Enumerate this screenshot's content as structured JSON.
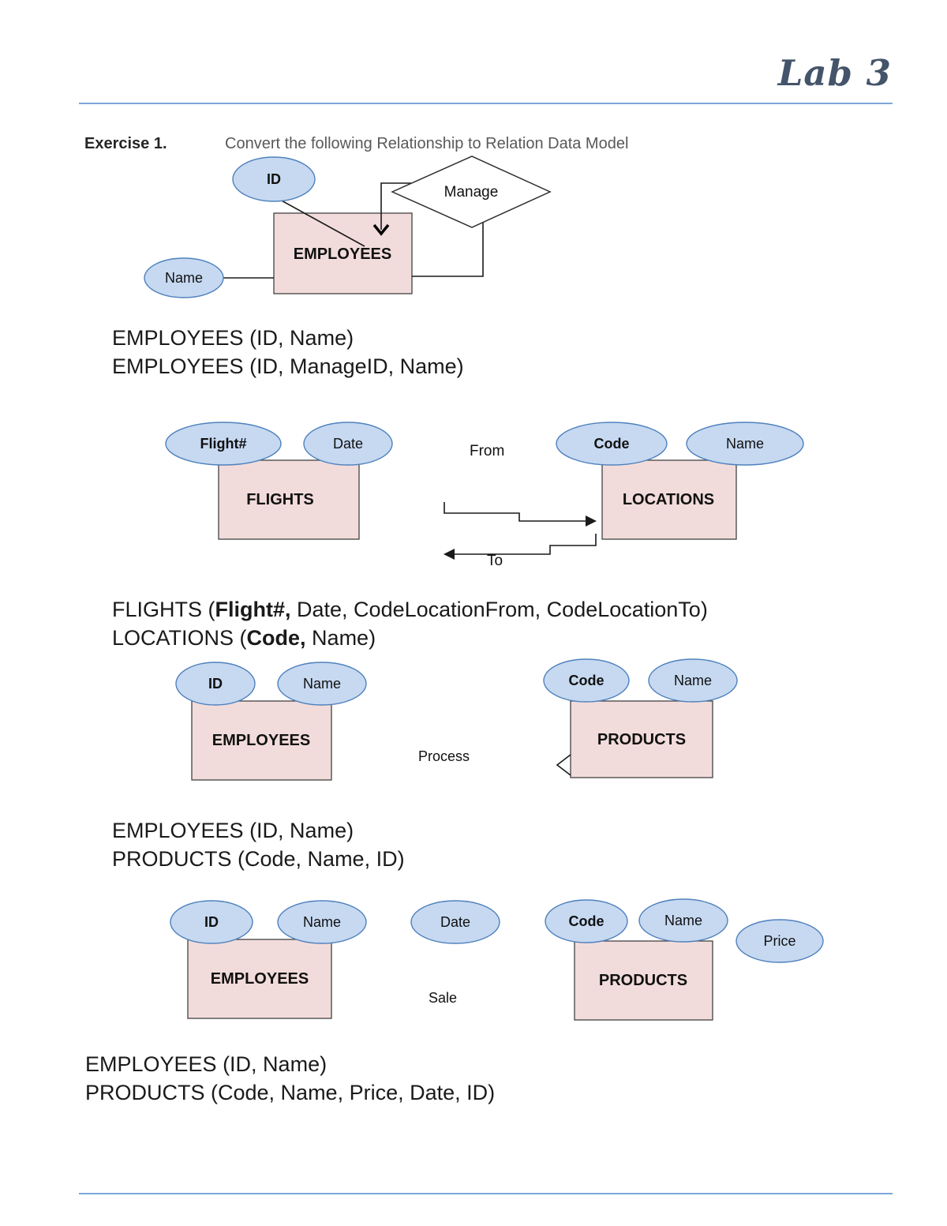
{
  "page": {
    "title": "Lab 3",
    "exercise_label": "Exercise 1.",
    "exercise_instruction": "Convert the following Relationship to Relation Data Model"
  },
  "diagrams": {
    "manage": {
      "entity": "EMPLOYEES",
      "attr_id": "ID",
      "attr_name": "Name",
      "relationship": "Manage"
    },
    "flights": {
      "left_entity": "FLIGHTS",
      "right_entity": "LOCATIONS",
      "attr_flight_no": "Flight#",
      "attr_date": "Date",
      "attr_code": "Code",
      "attr_name": "Name",
      "label_from": "From",
      "label_to": "To"
    },
    "process": {
      "left_entity": "EMPLOYEES",
      "right_entity": "PRODUCTS",
      "attr_id": "ID",
      "attr_name_left": "Name",
      "attr_code": "Code",
      "attr_name_right": "Name",
      "relationship": "Process"
    },
    "sale": {
      "left_entity": "EMPLOYEES",
      "right_entity": "PRODUCTS",
      "attr_id": "ID",
      "attr_name_left": "Name",
      "attr_date": "Date",
      "attr_code": "Code",
      "attr_name_right": "Name",
      "attr_price": "Price",
      "relationship": "Sale"
    }
  },
  "schemas": {
    "s1": [
      "EMPLOYEES (ID, Name)",
      "EMPLOYEES (ID, ManageID, Name)"
    ],
    "s2_line1": [
      "FLIGHTS (",
      "Flight#,",
      " Date, CodeLocationFrom, CodeLocationTo)"
    ],
    "s2_line2": [
      "LOCATIONS (",
      "Code,",
      " Name)"
    ],
    "s3": [
      "EMPLOYEES (ID, Name)",
      "PRODUCTS (Code, Name, ID)"
    ],
    "s4": [
      "EMPLOYEES (ID, Name)",
      "PRODUCTS (Code, Name, Price, Date, ID)"
    ]
  },
  "colors": {
    "title_text": "#44546A",
    "rule_blue": "#7EA6D9",
    "attribute_fill": "#C6D9F1",
    "attribute_stroke": "#4F81BD",
    "entity_fill": "#F2DCDB",
    "entity_stroke": "#424242"
  }
}
